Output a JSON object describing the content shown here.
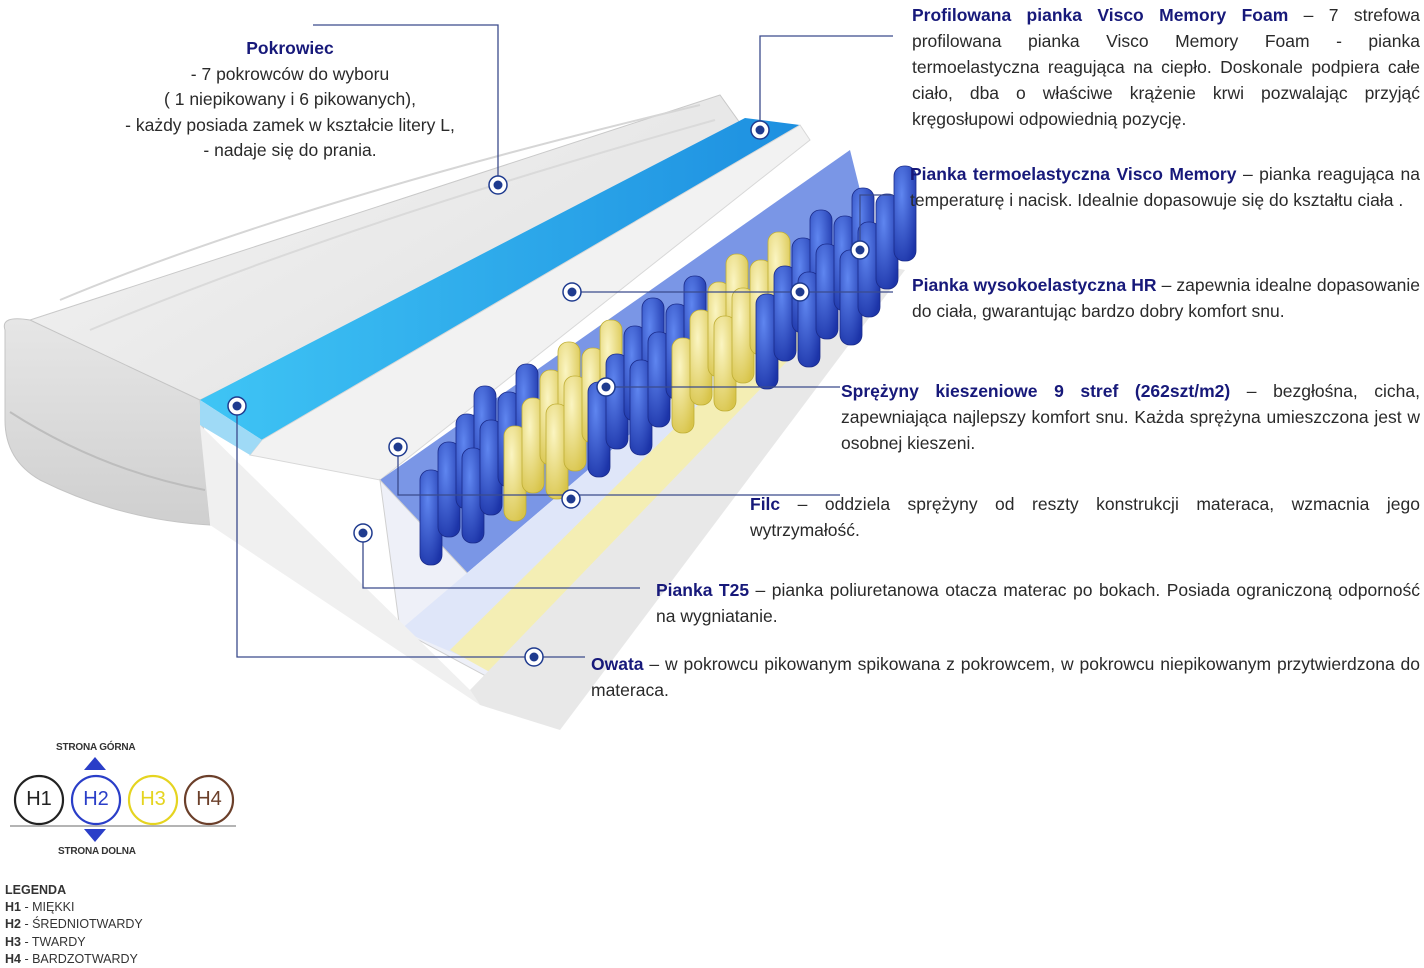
{
  "colors": {
    "title": "#17197a",
    "marker": "#1f3b8f",
    "h1": "#222222",
    "h2": "#2a3ec8",
    "h3": "#e5d420",
    "h4": "#6b3f2a",
    "spring_blue": "#2d4fd0",
    "spring_yellow": "#f1e58a",
    "gel_blue": "#22a9ee"
  },
  "pokrowiec": {
    "title": "Pokrowiec",
    "lines": [
      "- 7 pokrowców do wyboru",
      "( 1 niepikowany i 6 pikowanych),",
      "-  każdy posiada zamek w kształcie litery L,",
      "- nadaje się do prania."
    ]
  },
  "layers": [
    {
      "title": "Profilowana pianka Visco Memory Foam",
      "text": " – 7 strefowa profilowana pianka Visco Memory Foam - pianka termoelastyczna reagująca na ciepło.  Doskonale podpiera całe ciało, dba o właściwe krążenie krwi pozwalając przyjąć kręgosłupowi odpowiednią pozycję."
    },
    {
      "title": "Pianka termoelastyczna Visco Memory",
      "text": " – pianka reagująca na temperaturę i nacisk.  Idealnie dopasowuje się do kształtu ciała ."
    },
    {
      "title": "Pianka wysokoelastyczna HR",
      "text": " – zapewnia idealne dopasowanie do ciała, gwarantując bardzo dobry komfort snu."
    },
    {
      "title": "Sprężyny kieszeniowe 9 stref (262szt/m2)",
      "text": " – bezgłośna, cicha, zapewniająca najlepszy komfort snu. Każda sprężyna umieszczona jest w osobnej kieszeni."
    },
    {
      "title": "Filc",
      "text": " – oddziela sprężyny od reszty konstrukcji materaca, wzmacnia jego wytrzymałość."
    },
    {
      "title": "Pianka T25",
      "text": " – pianka poliuretanowa otacza materac po bokach. Posiada ograniczoną odporność na wygniatanie."
    },
    {
      "title": "Owata",
      "text": " – w pokrowcu pikowanym spikowana z pokrowcem, w pokrowcu niepikowanym przytwierdzona do materaca."
    }
  ],
  "hardness": {
    "top_label": "STRONA GÓRNA",
    "bottom_label": "STRONA DOLNA",
    "circles": [
      "H1",
      "H2",
      "H3",
      "H4"
    ]
  },
  "legend": {
    "title": "LEGENDA",
    "items": [
      {
        "code": "H1",
        "text": " - MIĘKKI"
      },
      {
        "code": "H2",
        "text": " - ŚREDNIOTWARDY"
      },
      {
        "code": "H3",
        "text": " - TWARDY"
      },
      {
        "code": "H4",
        "text": " - BARDZOTWARDY"
      }
    ]
  }
}
